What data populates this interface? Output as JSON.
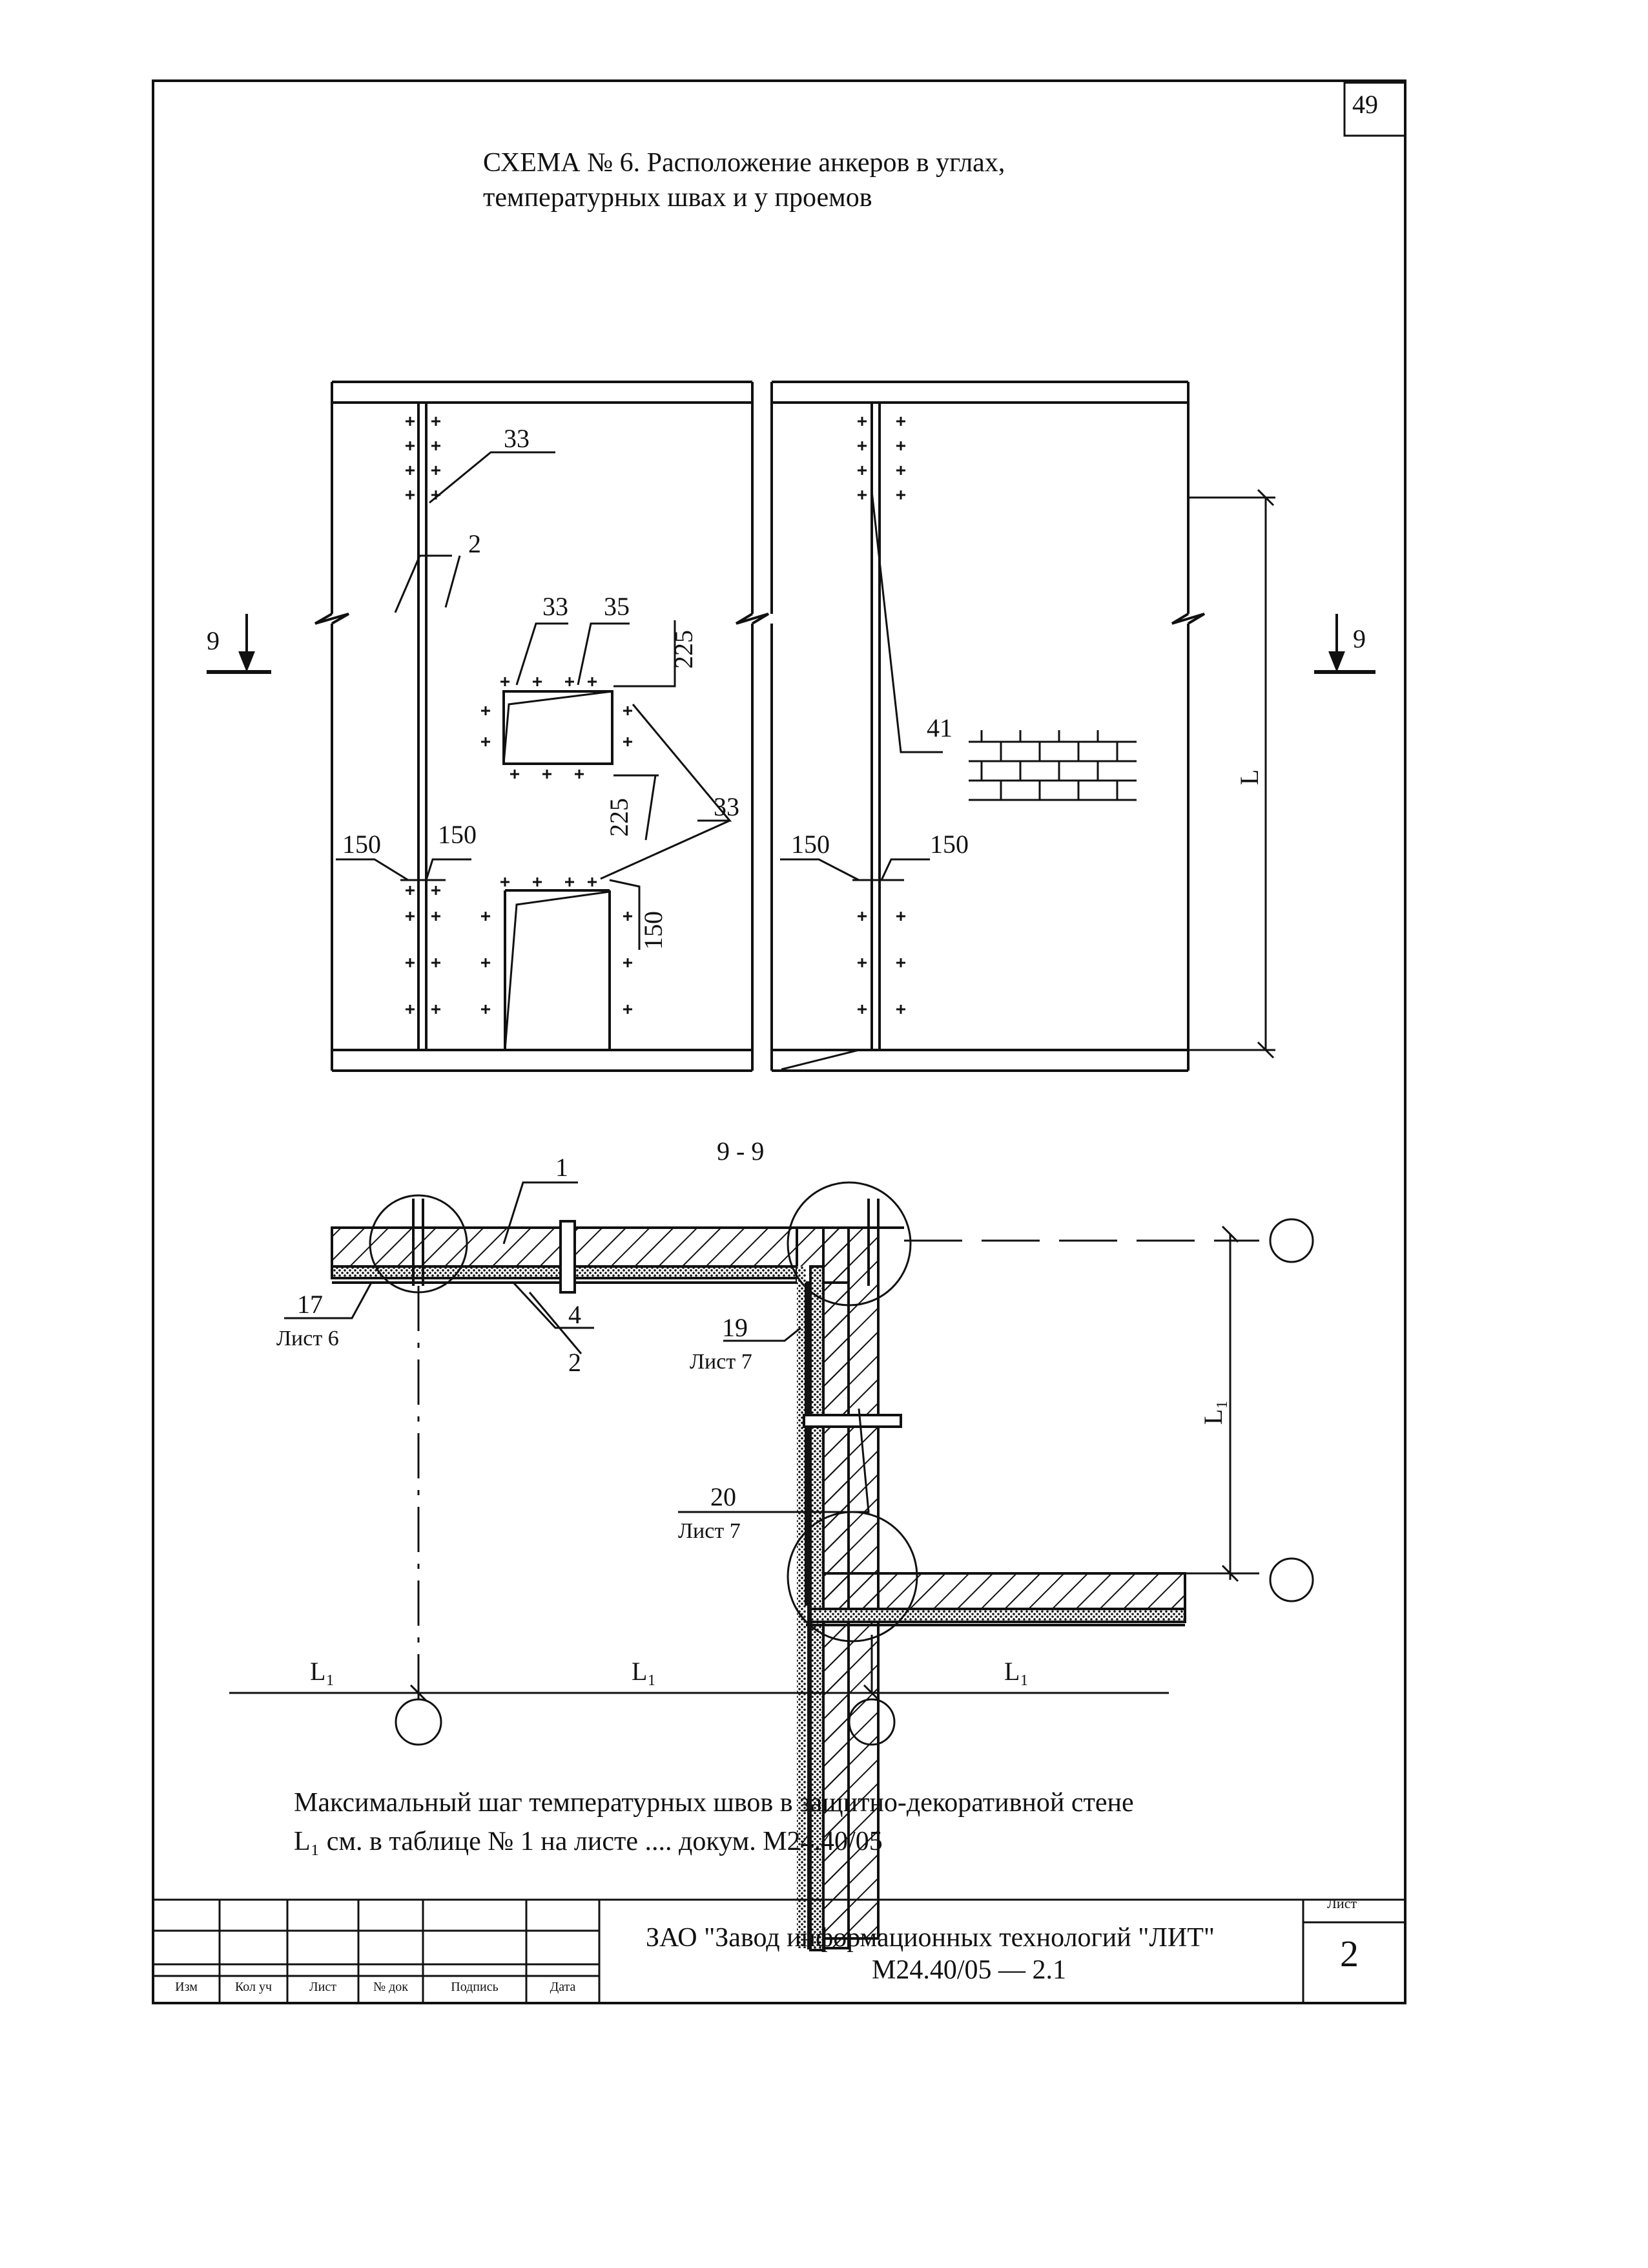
{
  "page": {
    "number": "49"
  },
  "title": {
    "line1": "СХЕМА № 6. Расположение анкеров в углах,",
    "line2": "температурных швах и у проемов"
  },
  "elevation": {
    "section_mark": "9",
    "labels": {
      "anchor_top": "33",
      "joint_left": "2",
      "anchor_window": "33",
      "lintel": "35",
      "dim_225_top": "225",
      "dim_225_bottom": "225",
      "anchor_right": "33",
      "dim_150_left_a": "150",
      "dim_150_left_b": "150",
      "dim_150_door": "150",
      "joint_right": "41",
      "dim_150_right_a": "150",
      "dim_150_right_b": "150",
      "height": "L"
    }
  },
  "section": {
    "title": "9 - 9",
    "labels": {
      "wall": "1",
      "layer_4": "4",
      "layer_2": "2",
      "detail_17": "17",
      "detail_17_sheet": "Лист 6",
      "detail_19": "19",
      "detail_19_sheet": "Лист 7",
      "detail_20": "20",
      "detail_20_sheet": "Лист 7",
      "dim_l1_a": "L₁",
      "dim_l1_b": "L₁",
      "dim_l1_c": "L₁",
      "dim_l1_vertical": "L₁"
    }
  },
  "note": {
    "line1": "Максимальный шаг температурных швов в защитно-декоративной стене",
    "line2": "L₁ см. в таблице № 1 на листе .... докум. М24.40/05"
  },
  "title_block": {
    "columns": [
      "Изм",
      "Кол уч",
      "Лист",
      "№ док",
      "Подпись",
      "Дата"
    ],
    "company": "ЗАО \"Завод информационных технологий \"ЛИТ\"",
    "document": "М24.40/05 — 2.1",
    "sheet_label": "Лист",
    "sheet_number": "2"
  }
}
